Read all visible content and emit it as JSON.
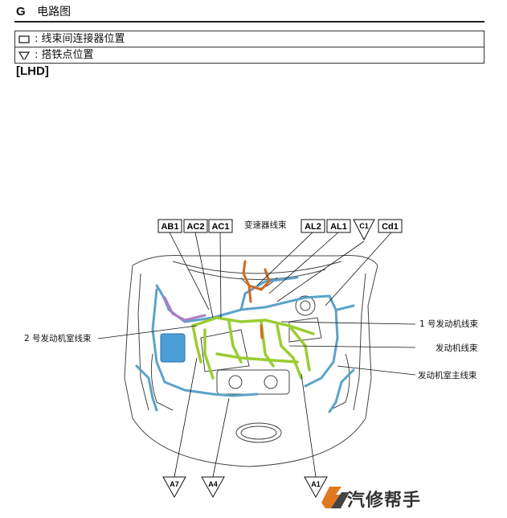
{
  "header": {
    "letter": "G",
    "title": "电路图"
  },
  "legend": {
    "items": [
      {
        "symbol": "rect-icon",
        "text": ": 线束间连接器位置"
      },
      {
        "symbol": "triangle-icon",
        "text": ": 搭铁点位置"
      }
    ]
  },
  "variant": "[LHD]",
  "connectors": [
    "AB1",
    "AC2",
    "AC1",
    "AL2",
    "AL1",
    "Cd1"
  ],
  "ground_points": [
    "C1",
    "A7",
    "A4",
    "A1"
  ],
  "callouts": {
    "transmission_harness": "变速器线束",
    "engine_room_harness_2": "2 号发动机室线束",
    "engine_harness_1": "1 号发动机线束",
    "engine_harness": "发动机线束",
    "engine_room_main_harness": "发动机室主线束"
  },
  "watermark": "汽修帮手",
  "colors": {
    "engine_harness": "#9acd32",
    "engine_room_harness": "#5ba3c9",
    "transmission_harness": "#d2691e",
    "engine_room_harness_2": "#b07cc6",
    "fuse_box": "#4a9fd8"
  }
}
